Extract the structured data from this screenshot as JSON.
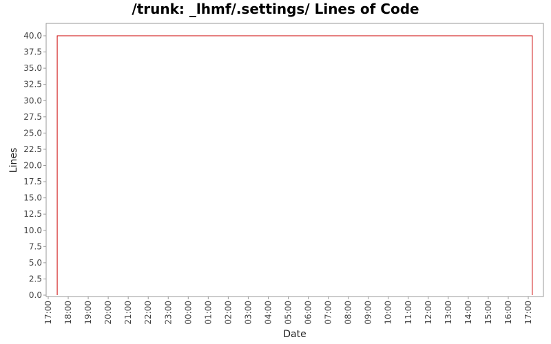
{
  "chart_data": {
    "type": "line",
    "title": "/trunk: _lhmf/.settings/ Lines of Code",
    "xlabel": "Date",
    "ylabel": "Lines",
    "ylim": [
      0,
      42
    ],
    "y_ticks": [
      "0.0",
      "2.5",
      "5.0",
      "7.5",
      "10.0",
      "12.5",
      "15.0",
      "17.5",
      "20.0",
      "22.5",
      "25.0",
      "27.5",
      "30.0",
      "32.5",
      "35.0",
      "37.5",
      "40.0"
    ],
    "x_ticks": [
      "17:00",
      "18:00",
      "19:00",
      "20:00",
      "21:00",
      "22:00",
      "23:00",
      "00:00",
      "01:00",
      "02:00",
      "03:00",
      "04:00",
      "05:00",
      "06:00",
      "07:00",
      "08:00",
      "09:00",
      "10:00",
      "11:00",
      "12:00",
      "13:00",
      "14:00",
      "15:00",
      "16:00",
      "17:00"
    ],
    "x_range_hours": [
      -0.1,
      24.7
    ],
    "grid": false,
    "legend": "none",
    "series": [
      {
        "color": "#cc0000",
        "points": [
          {
            "t": 0.45,
            "v": 0
          },
          {
            "t": 0.45,
            "v": 40
          },
          {
            "t": 24.2,
            "v": 40
          },
          {
            "t": 24.2,
            "v": 0
          }
        ]
      }
    ]
  }
}
